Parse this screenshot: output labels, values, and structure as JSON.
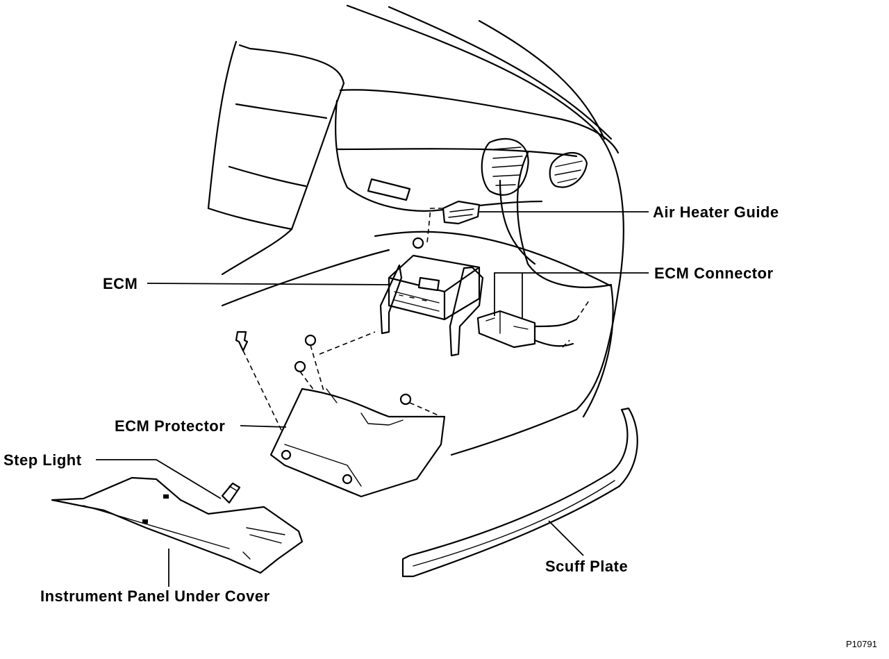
{
  "labels": {
    "air_heater_guide": "Air Heater Guide",
    "ecm": "ECM",
    "ecm_connector": "ECM Connector",
    "ecm_protector": "ECM Protector",
    "step_light": "Step Light",
    "instrument_panel_under_cover": "Instrument Panel Under Cover",
    "scuff_plate": "Scuff Plate"
  },
  "figure_code": "P10791"
}
